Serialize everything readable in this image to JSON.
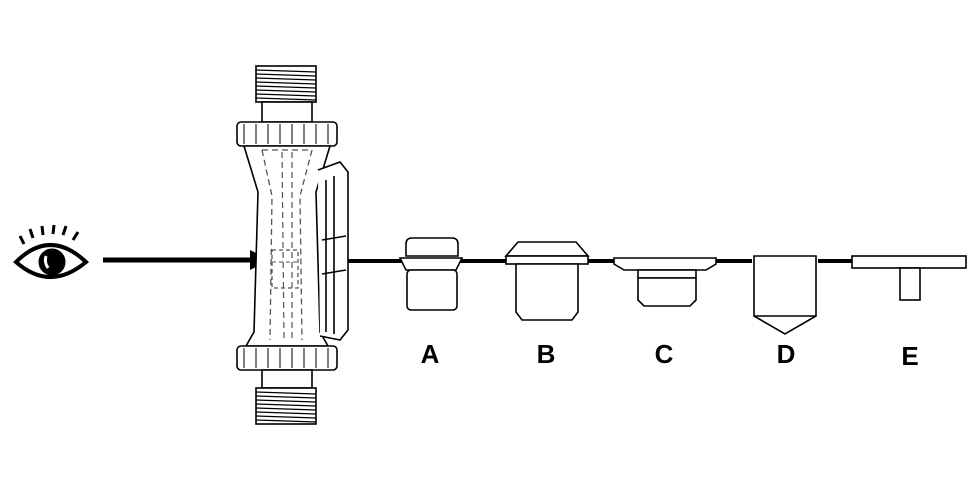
{
  "floats": [
    {
      "id": "A",
      "label": "A"
    },
    {
      "id": "B",
      "label": "B"
    },
    {
      "id": "C",
      "label": "C"
    },
    {
      "id": "D",
      "label": "D"
    },
    {
      "id": "E",
      "label": "E"
    }
  ],
  "icons": {
    "viewer": "eye-icon",
    "arrow": "sight-arrow-icon",
    "meter": "flowmeter-icon"
  },
  "colors": {
    "line": "#000000",
    "dashed": "#555555"
  }
}
